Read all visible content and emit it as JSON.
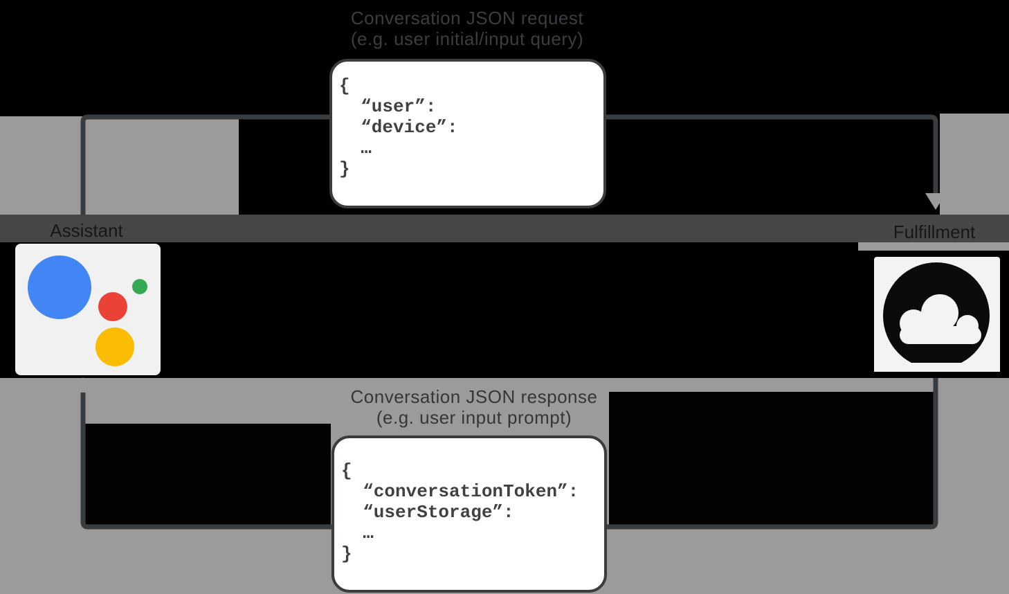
{
  "request_caption": {
    "line1": "Conversation JSON request",
    "line2": "(e.g. user initial/input query)"
  },
  "request_json": {
    "lines": [
      "{",
      "  “user”:",
      "  “device”:",
      "  …",
      "}"
    ]
  },
  "response_caption": {
    "line1": "Conversation JSON response",
    "line2": "(e.g. user input prompt)"
  },
  "response_json": {
    "lines": [
      "{",
      "  “conversationToken”:",
      "  “userStorage”:",
      "  …",
      "}"
    ]
  },
  "actors": {
    "left": {
      "label": "Assistant",
      "icon": "google-assistant-logo"
    },
    "right": {
      "label": "Fulfillment",
      "icon": "google-cloud-logo"
    }
  },
  "arrows": {
    "top": {
      "from": "Assistant",
      "to": "Fulfillment",
      "carries": "Conversation JSON request"
    },
    "bottom": {
      "from": "Fulfillment",
      "to": "Assistant",
      "carries": "Conversation JSON response"
    }
  },
  "colors": {
    "assistant_blue": "#4285f4",
    "assistant_red": "#ea4335",
    "assistant_green": "#34a853",
    "assistant_yellow": "#fbbc04",
    "arrow_stroke": "#3a3d40",
    "arrowhead_gray": "#9b9b9b",
    "background_gray": "#9b9b9b",
    "background_black": "#010101",
    "box_background": "#ffffff"
  }
}
